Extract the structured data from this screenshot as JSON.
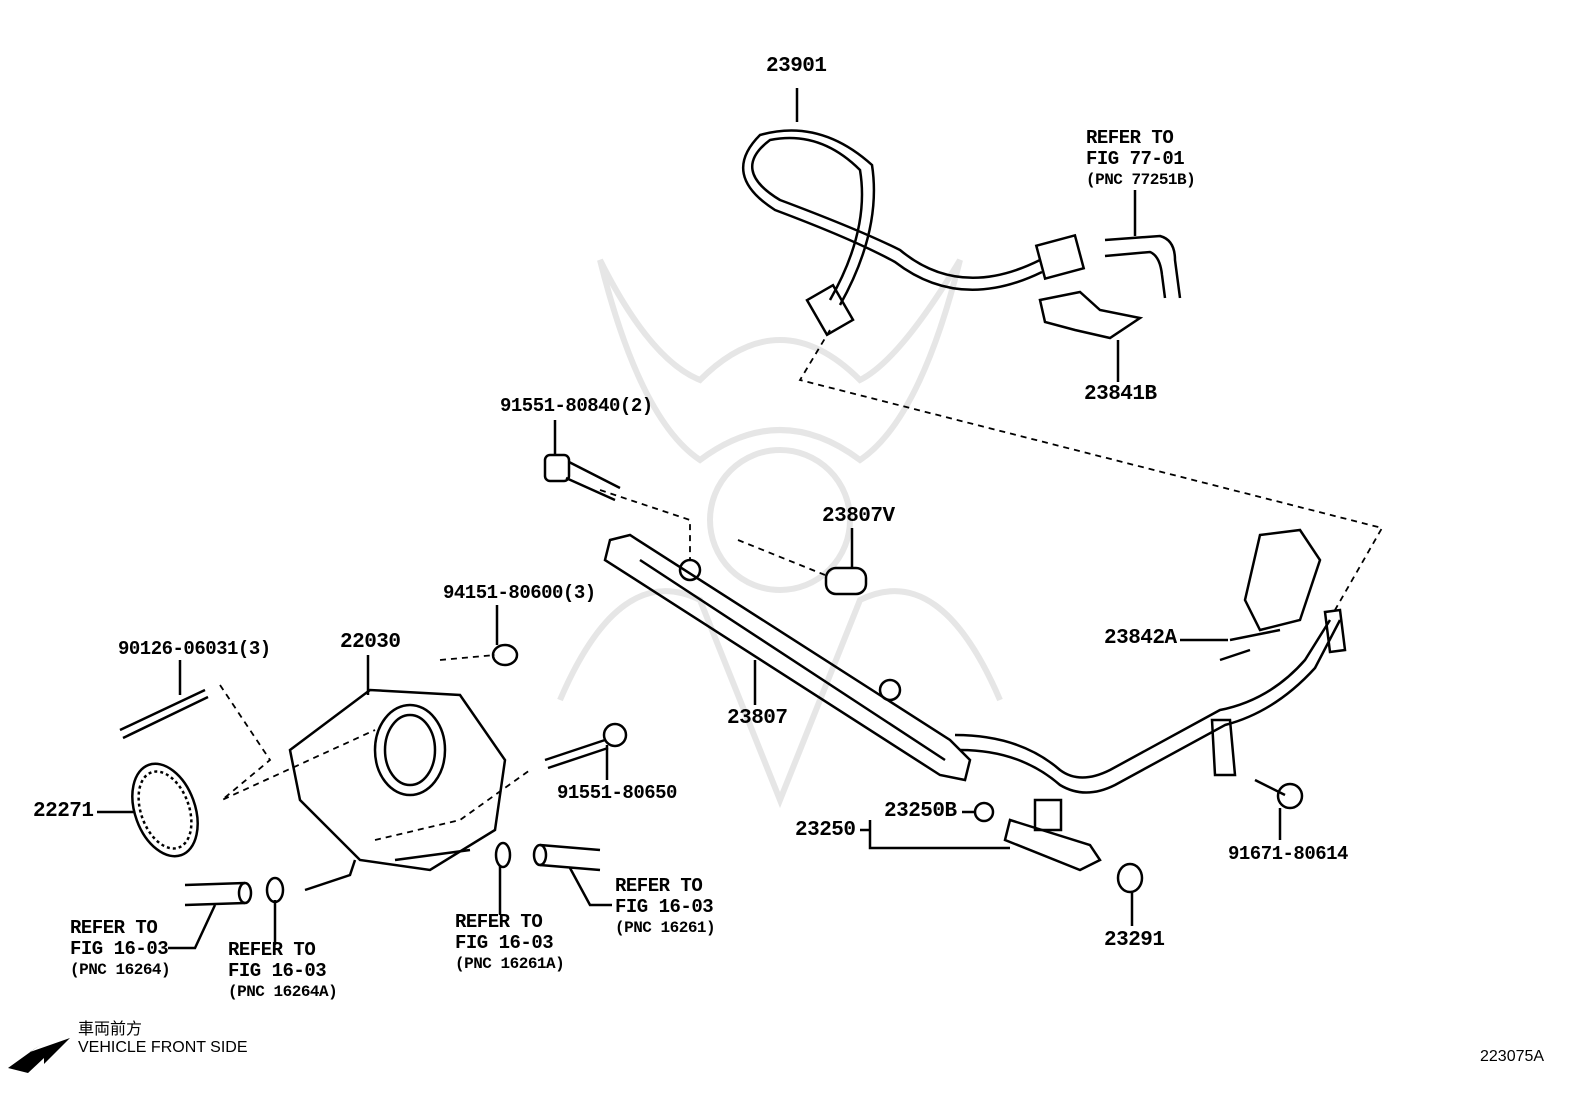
{
  "parts": {
    "p23901": "23901",
    "p23841B": "23841B",
    "p91551_80840": "91551-80840(2)",
    "p23807V": "23807V",
    "p94151_80600": "94151-80600(3)",
    "p90126_06031": "90126-06031(3)",
    "p22030": "22030",
    "p23842A": "23842A",
    "p23807": "23807",
    "p91551_80650": "91551-80650",
    "p22271": "22271",
    "p23250": "23250",
    "p23250B": "23250B",
    "p91671_80614": "91671-80614",
    "p23291": "23291"
  },
  "references": [
    {
      "line1": "REFER TO",
      "line2": "FIG 77-01",
      "line3": "(PNC 77251B)"
    },
    {
      "line1": "REFER TO",
      "line2": "FIG 16-03",
      "line3": "(PNC 16264)"
    },
    {
      "line1": "REFER TO",
      "line2": "FIG 16-03",
      "line3": "(PNC 16264A)"
    },
    {
      "line1": "REFER TO",
      "line2": "FIG 16-03",
      "line3": "(PNC 16261A)"
    },
    {
      "line1": "REFER TO",
      "line2": "FIG 16-03",
      "line3": "(PNC 16261)"
    }
  ],
  "orientation": {
    "japanese": "車両前方",
    "english": "VEHICLE FRONT SIDE",
    "icon": "arrow-down-left-icon"
  },
  "figure_code": "223075A"
}
